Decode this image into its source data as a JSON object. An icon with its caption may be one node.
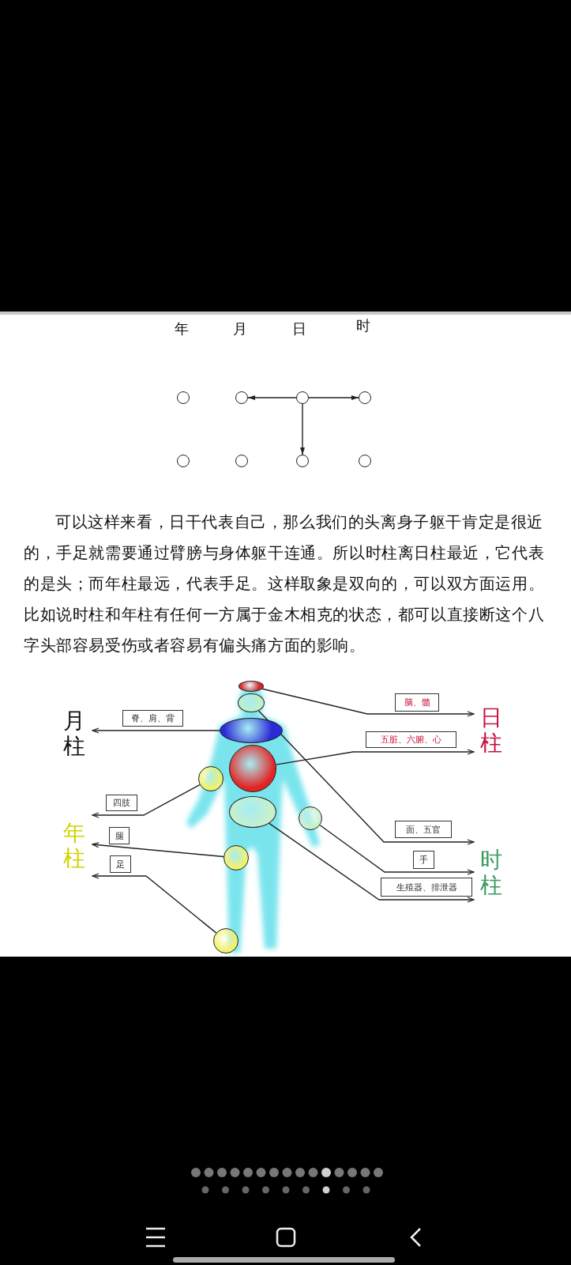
{
  "diagram": {
    "nodes": [
      {
        "text": [],
        "shape": "circle"
      },
      {
        "text": [],
        "shape": "circle"
      },
      {
        "text": [],
        "shape": "circle"
      },
      {
        "text": [],
        "shape": "circle"
      },
      {
        "text": [],
        "shape": "circle"
      },
      {
        "text": [],
        "shape": "circle"
      },
      {
        "text": [],
        "shape": "circle"
      },
      {
        "text": [],
        "shape": "circle"
      },
      {
        "text": [
          "月柱"
        ]
      },
      {
        "text": [],
        "shape": "ellipse"
      },
      {
        "text": [],
        "shape": "ellipse"
      },
      {
        "text": [
          "日柱"
        ]
      },
      {
        "text": [],
        "shape": "ellipse"
      },
      {
        "text": [],
        "shape": "circle"
      },
      {
        "text": [],
        "shape": "circle"
      },
      {
        "text": [
          "年柱"
        ]
      },
      {
        "text": [],
        "shape": "ellipse"
      },
      {
        "text": [],
        "shape": "circle"
      },
      {
        "text": [],
        "shape": "circle"
      },
      {
        "text": [
          "时柱"
        ]
      },
      {
        "text": [],
        "shape": "circle"
      }
    ],
    "edges": [
      {
        "from": 2,
        "to": 1,
        "arrow": "to"
      },
      {
        "from": 2,
        "to": 3,
        "arrow": "to"
      },
      {
        "from": 2,
        "to": 6,
        "arrow": "to"
      },
      {
        "from": 12,
        "to": 8,
        "arrow": "to",
        "label": "脊、肩、背"
      },
      {
        "from": 9,
        "to": 11,
        "arrow": "to",
        "label": "脑、髓"
      },
      {
        "from": 13,
        "to": 11,
        "arrow": "to",
        "label": "五脏、六腑、心"
      },
      {
        "from": 14,
        "to": 15,
        "arrow": "to",
        "label": "四肢"
      },
      {
        "from": 18,
        "to": 15,
        "arrow": "to",
        "label": "腿"
      },
      {
        "from": 20,
        "to": 15,
        "arrow": "to",
        "label": "足"
      },
      {
        "from": 10,
        "to": 19,
        "arrow": "to",
        "label": "面、五官"
      },
      {
        "from": 17,
        "to": 19,
        "arrow": "to",
        "label": "手"
      },
      {
        "from": 16,
        "to": 19,
        "arrow": "to",
        "label": "生殖器、排泄器"
      }
    ],
    "labels": [
      "年",
      "月",
      "日",
      "时",
      "可以这样来看，日干代表自己，那么我们的头离身子躯干肯定是很近的，手足就需要通过臂膀与身体躯干连通。所以时柱离日柱最近，它代表的是头；而年柱最远，代表手足。这样取象是双向的，可以双方面运用。比如说时柱和年柱有任何一方属于金木相克的状态，都可以直接断这个八字头部容易受伤或者容易有偏头痛方面的影响。"
    ]
  }
}
